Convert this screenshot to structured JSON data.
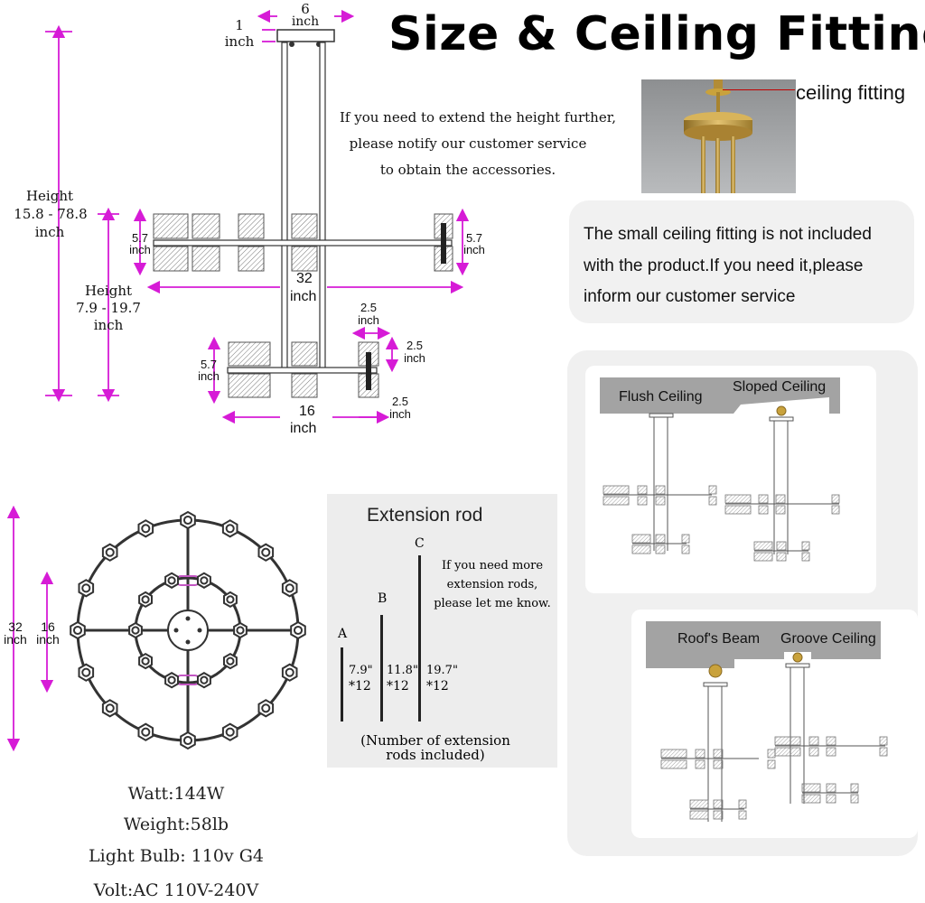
{
  "title": "Size & Ceiling Fitting",
  "ceiling_fitting_label": "ceiling fitting",
  "notice": {
    "line1": "The small ceiling fitting is not included",
    "line2": "with the product.If you need it,please",
    "line3": "inform our customer service"
  },
  "extend_note": {
    "line1": "If you need to extend the height further,",
    "line2": "please notify our customer service",
    "line3": "to obtain the accessories."
  },
  "dimensions": {
    "top_width_value": "6",
    "top_width_unit": "inch",
    "canopy_height_value": "1",
    "canopy_height_unit": "inch",
    "total_height_label": "Height",
    "total_height_value": "15.8 - 78.8",
    "total_height_unit": "inch",
    "body_height_label": "Height",
    "body_height_value": "7.9 - 19.7",
    "body_height_unit": "inch",
    "upper_tier_h_value": "5.7",
    "upper_tier_h_unit": "inch",
    "upper_tier_h2_value": "5.7",
    "upper_tier_h2_unit": "inch",
    "upper_width_value": "32",
    "upper_width_unit": "inch",
    "lower_tier_h_value": "5.7",
    "lower_tier_h_unit": "inch",
    "shade_top_value": "2.5",
    "shade_top_unit": "inch",
    "shade_side_value": "2.5",
    "shade_side_unit": "inch",
    "shade_bottom_value": "2.5",
    "shade_bottom_unit": "inch",
    "lower_width_value": "16",
    "lower_width_unit": "inch",
    "outer_dia_value": "32",
    "outer_dia_unit": "inch",
    "inner_dia_value": "16",
    "inner_dia_unit": "inch"
  },
  "specs": {
    "watt": "Watt:144W",
    "weight": "Weight:58lb",
    "bulb": "Light Bulb: 110v G4",
    "volt": "Volt:AC 110V-240V"
  },
  "extension": {
    "title": "Extension rod",
    "rod_a": "A",
    "rod_b": "B",
    "rod_c": "C",
    "rod_a_len": "7.9\"",
    "rod_a_qty": "*12",
    "rod_b_len": "11.8\"",
    "rod_b_qty": "*12",
    "rod_c_len": "19.7\"",
    "rod_c_qty": "*12",
    "more_line1": "If you need more",
    "more_line2": "extension rods,",
    "more_line3": "please let me know.",
    "footer_line1": "(Number of extension",
    "footer_line2": "rods included)"
  },
  "ceiling_types": {
    "flush": "Flush Ceiling",
    "sloped": "Sloped Ceiling",
    "beam": "Roof's Beam",
    "groove": "Groove Ceiling"
  },
  "colors": {
    "dimension_accent": "#d61bd6",
    "brass": "#c9a23c",
    "ceiling_gray": "#9a9a9a",
    "card_bg": "#f1f1f1"
  }
}
